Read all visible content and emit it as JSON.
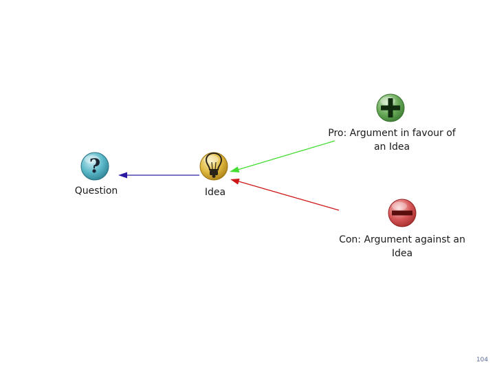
{
  "nodes": {
    "question": {
      "label": "Question",
      "icon": "question-icon",
      "color": "#5bb8c8"
    },
    "idea": {
      "label": "Idea",
      "icon": "lightbulb-icon",
      "color": "#e0b840"
    },
    "pro": {
      "label": "Pro: Argument in favour of an Idea",
      "icon": "plus-icon",
      "color": "#6aaa5a"
    },
    "con": {
      "label": "Con: Argument against an Idea",
      "icon": "minus-icon",
      "color": "#d85858"
    }
  },
  "links": {
    "idea_to_question": {
      "color": "#2a1aa0"
    },
    "pro_to_idea": {
      "color": "#44dd33"
    },
    "con_to_idea": {
      "color": "#cc1818"
    }
  },
  "page_number": "104"
}
